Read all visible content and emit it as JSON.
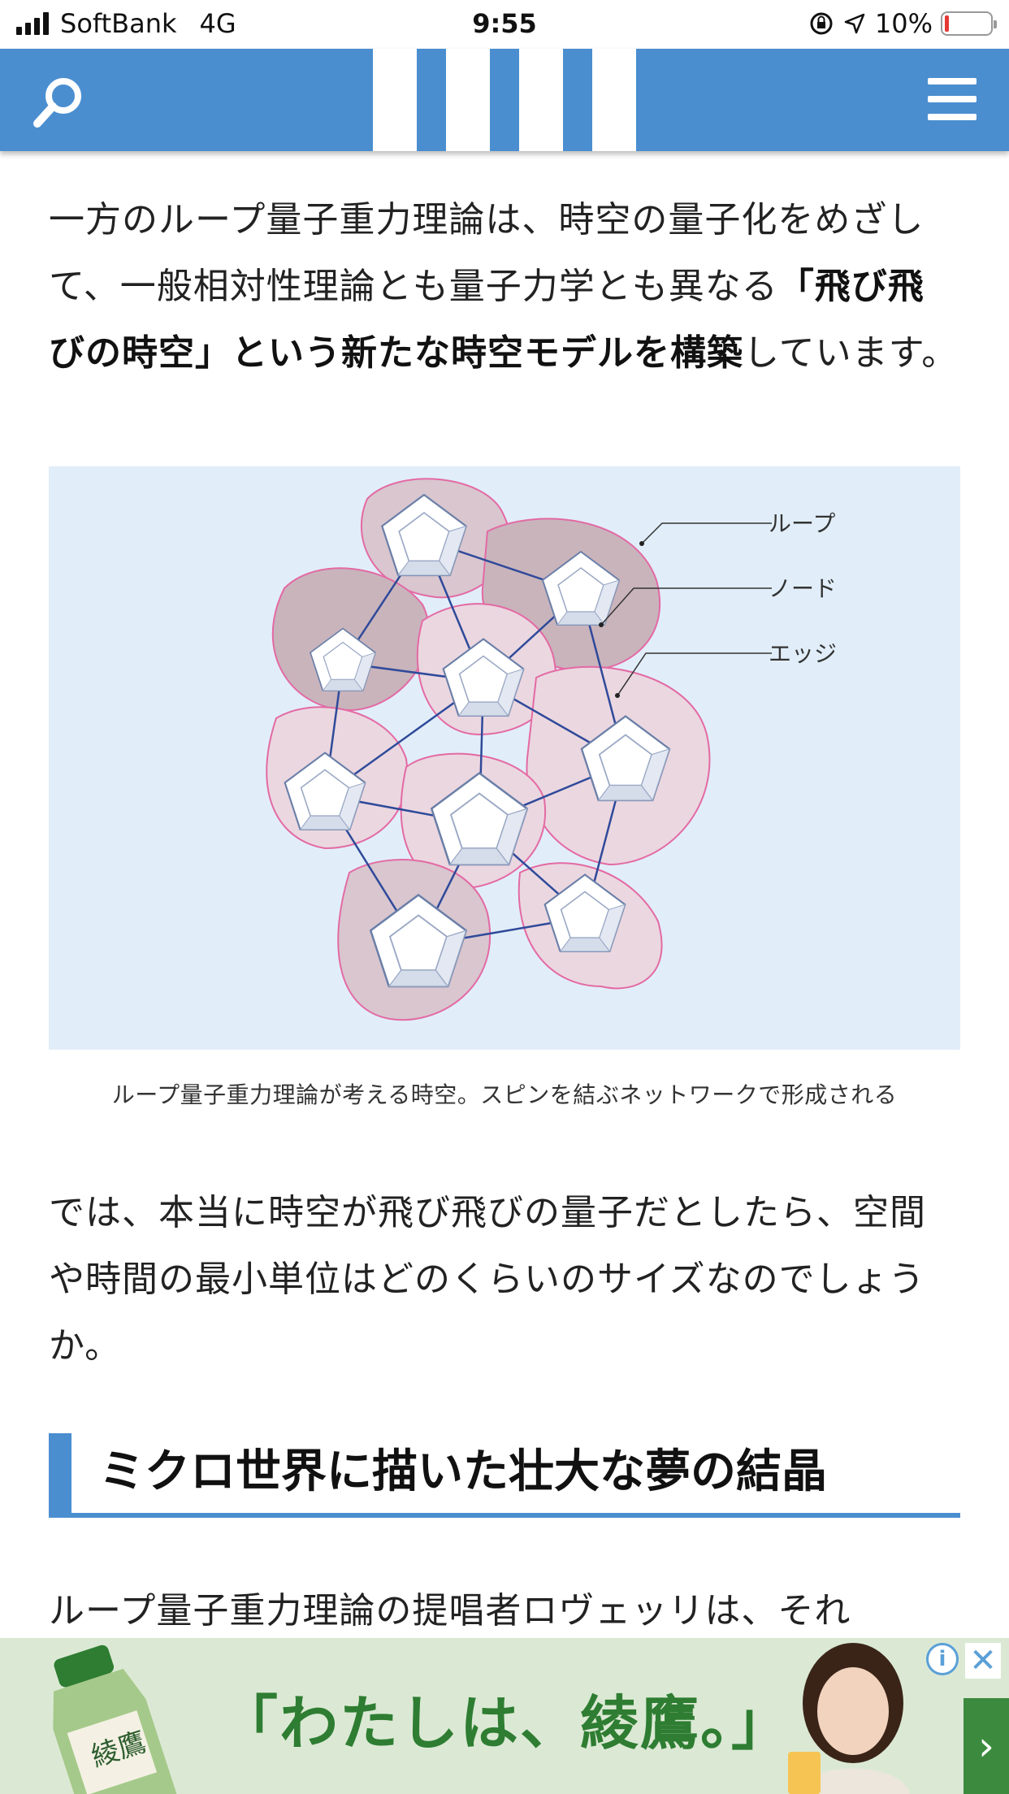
{
  "status_bar": {
    "carrier": "SoftBank",
    "network": "4G",
    "time": "9:55",
    "battery": "10%",
    "battery_level": 0.1
  },
  "navbar": {
    "search_icon": "search-icon",
    "menu_icon": "hamburger-menu-icon",
    "brand_color": "#4a8ed0"
  },
  "article": {
    "para1_part1": "一方のループ量子重力理論は、時空の量子化をめざして、一般相対性理論とも量子力学とも異なる",
    "para1_bold": "「飛び飛びの時空」という新たな時空モデルを構築",
    "para1_part2": "しています。",
    "figure": {
      "labels": [
        "ループ",
        "ノード",
        "エッジ"
      ],
      "caption": "ループ量子重力理論が考える時空。スピンを結ぶネットワークで形成される"
    },
    "para2": "では、本当に時空が飛び飛びの量子だとしたら、空間や時間の最小単位はどのくらいのサイズなのでしょうか。",
    "heading": "ミクロ世界に描いた壮大な夢の結晶",
    "para3": "ループ量子重力理論の提唱者ロヴェッリは、それ"
  },
  "ad": {
    "slogan": "「わたしは、綾鷹。」",
    "info_icon": "info-icon",
    "close_icon": "close-icon",
    "next_icon": "chevron-right-icon"
  }
}
